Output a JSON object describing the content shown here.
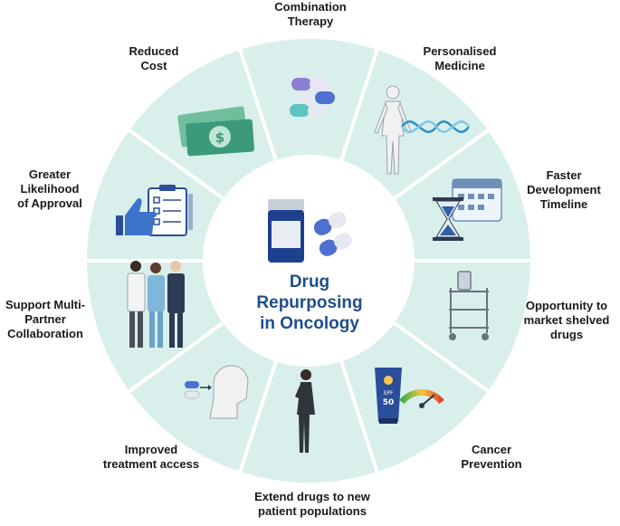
{
  "diagram": {
    "center_title": "Drug\nRepurposing\nin Oncology",
    "benefits": [
      {
        "id": "combination-therapy",
        "label": "Combination\nTherapy",
        "icon": "pills-icon"
      },
      {
        "id": "personalised-medicine",
        "label": "Personalised\nMedicine",
        "icon": "human-dna-icon"
      },
      {
        "id": "faster-development",
        "label": "Faster\nDevelopment\nTimeline",
        "icon": "hourglass-calendar-icon"
      },
      {
        "id": "shelved-drugs",
        "label": "Opportunity to\nmarket shelved\ndrugs",
        "icon": "cart-bottle-icon"
      },
      {
        "id": "cancer-prevention",
        "label": "Cancer\nPrevention",
        "icon": "sunscreen-gauge-icon"
      },
      {
        "id": "new-populations",
        "label": "Extend drugs to new\npatient populations",
        "icon": "woman-icon"
      },
      {
        "id": "treatment-access",
        "label": "Improved\ntreatment access",
        "icon": "patient-pill-icon"
      },
      {
        "id": "multi-partner",
        "label": "Support Multi-\nPartner\nCollaboration",
        "icon": "professionals-icon"
      },
      {
        "id": "approval",
        "label": "Greater\nLikelihood\nof Approval",
        "icon": "thumbs-up-checklist-icon"
      },
      {
        "id": "reduced-cost",
        "label": "Reduced\nCost",
        "icon": "money-icon"
      }
    ],
    "colors": {
      "ring": "#d9efec",
      "divider": "#ffffff",
      "title": "#1f4e8c",
      "label": "#1a1a1a",
      "pill_blue": "#4f6fd1",
      "pill_purple": "#8b7fd6",
      "pill_teal": "#5ec4c0",
      "dna": "#2f8fc4",
      "money": "#3c9a7a"
    }
  }
}
